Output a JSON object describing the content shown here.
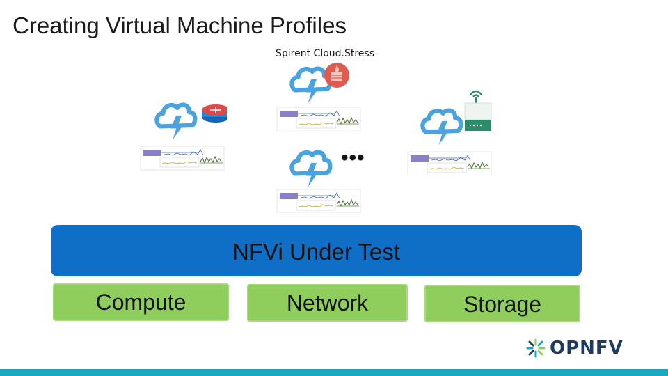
{
  "slide": {
    "title": "Creating Virtual Machine Profiles",
    "caption": "Spirent Cloud.Stress",
    "ellipsis": "•••"
  },
  "nfvi": {
    "label": "NFVi Under Test"
  },
  "resources": [
    {
      "label": "Compute"
    },
    {
      "label": "Network"
    },
    {
      "label": "Storage"
    }
  ],
  "vm_icons": [
    {
      "overlay": "firewall-icon"
    },
    {
      "overlay": "router-icon"
    },
    {
      "overlay": "wifi-access-point-icon"
    },
    {
      "overlay": "none"
    }
  ],
  "logo": {
    "text": "OPNFV"
  },
  "colors": {
    "nfvi_bar": "#0f6fc6",
    "resource_box": "#8fce5c",
    "cloud": "#4aa3df",
    "firewall": "#e05a50",
    "router": "#1e88d6",
    "access_point": "#2e8b6a",
    "footer": "#1aa7c0"
  }
}
